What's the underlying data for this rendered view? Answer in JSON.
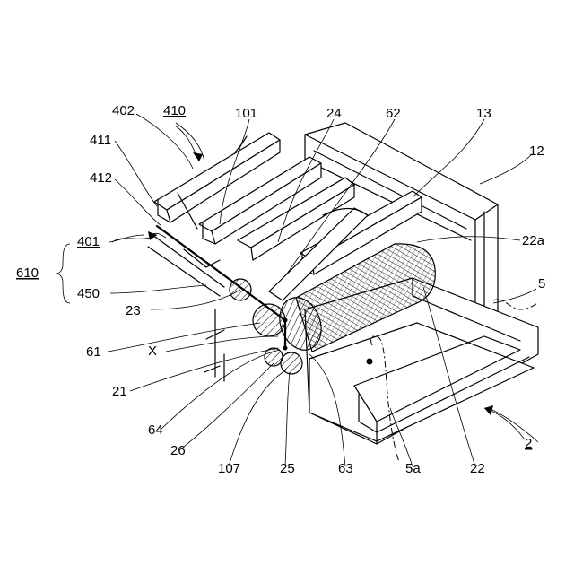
{
  "labels": {
    "l402": "402",
    "l410": "410",
    "l101": "101",
    "l24": "24",
    "l62": "62",
    "l13": "13",
    "l12": "12",
    "l411": "411",
    "l412": "412",
    "l401": "401",
    "l610": "610",
    "l450": "450",
    "l22a": "22a",
    "l5": "5",
    "l23": "23",
    "l61": "61",
    "lX": "X",
    "l21": "21",
    "l64": "64",
    "l26": "26",
    "l107": "107",
    "l25": "25",
    "l63": "63",
    "l5a": "5a",
    "l22": "22",
    "l2": "2"
  }
}
